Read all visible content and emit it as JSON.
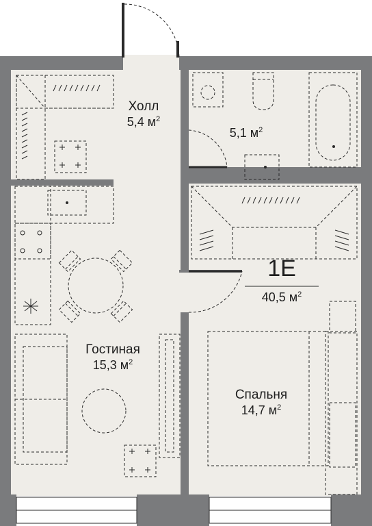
{
  "apartment": {
    "code": "1E",
    "total_area": "40,5 м",
    "area_exp": "2"
  },
  "rooms": [
    {
      "key": "hall",
      "name": "Холл",
      "area": "5,4 м",
      "exp": "2"
    },
    {
      "key": "bath",
      "name": "",
      "area": "5,1 м",
      "exp": "2"
    },
    {
      "key": "living",
      "name": "Гостиная",
      "area": "15,3 м",
      "exp": "2"
    },
    {
      "key": "bedroom",
      "name": "Спальня",
      "area": "14,7 м",
      "exp": "2"
    }
  ],
  "colors": {
    "wall": "#7a7b7d",
    "floor": "#efede8",
    "line": "#2a2a2a",
    "text": "#1e1e1e"
  }
}
